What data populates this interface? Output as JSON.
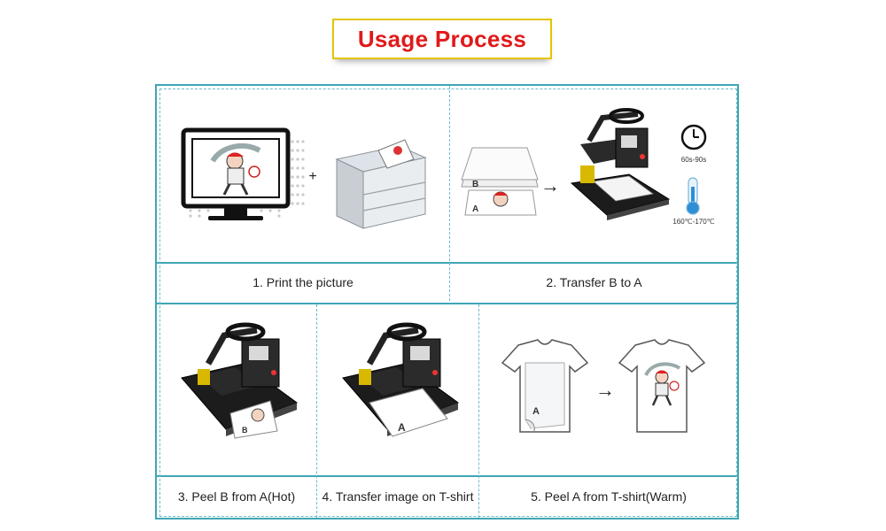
{
  "title": "Usage Process",
  "steps": [
    {
      "caption": "1. Print the picture"
    },
    {
      "caption": "2. Transfer B to A"
    },
    {
      "caption": "3. Peel B from A(Hot)"
    },
    {
      "caption": "4. Transfer image on T-shirt"
    },
    {
      "caption": "5. Peel A from T-shirt(Warm)"
    }
  ],
  "labels": {
    "plus": "+",
    "arrow": "→",
    "sheet_b": "B",
    "sheet_a": "A",
    "time": "60s-90s",
    "temperature": "160℃-170℃"
  },
  "colors": {
    "title_text": "#e01a1a",
    "title_border": "#e4c400",
    "frame": "#3fa6b6"
  }
}
